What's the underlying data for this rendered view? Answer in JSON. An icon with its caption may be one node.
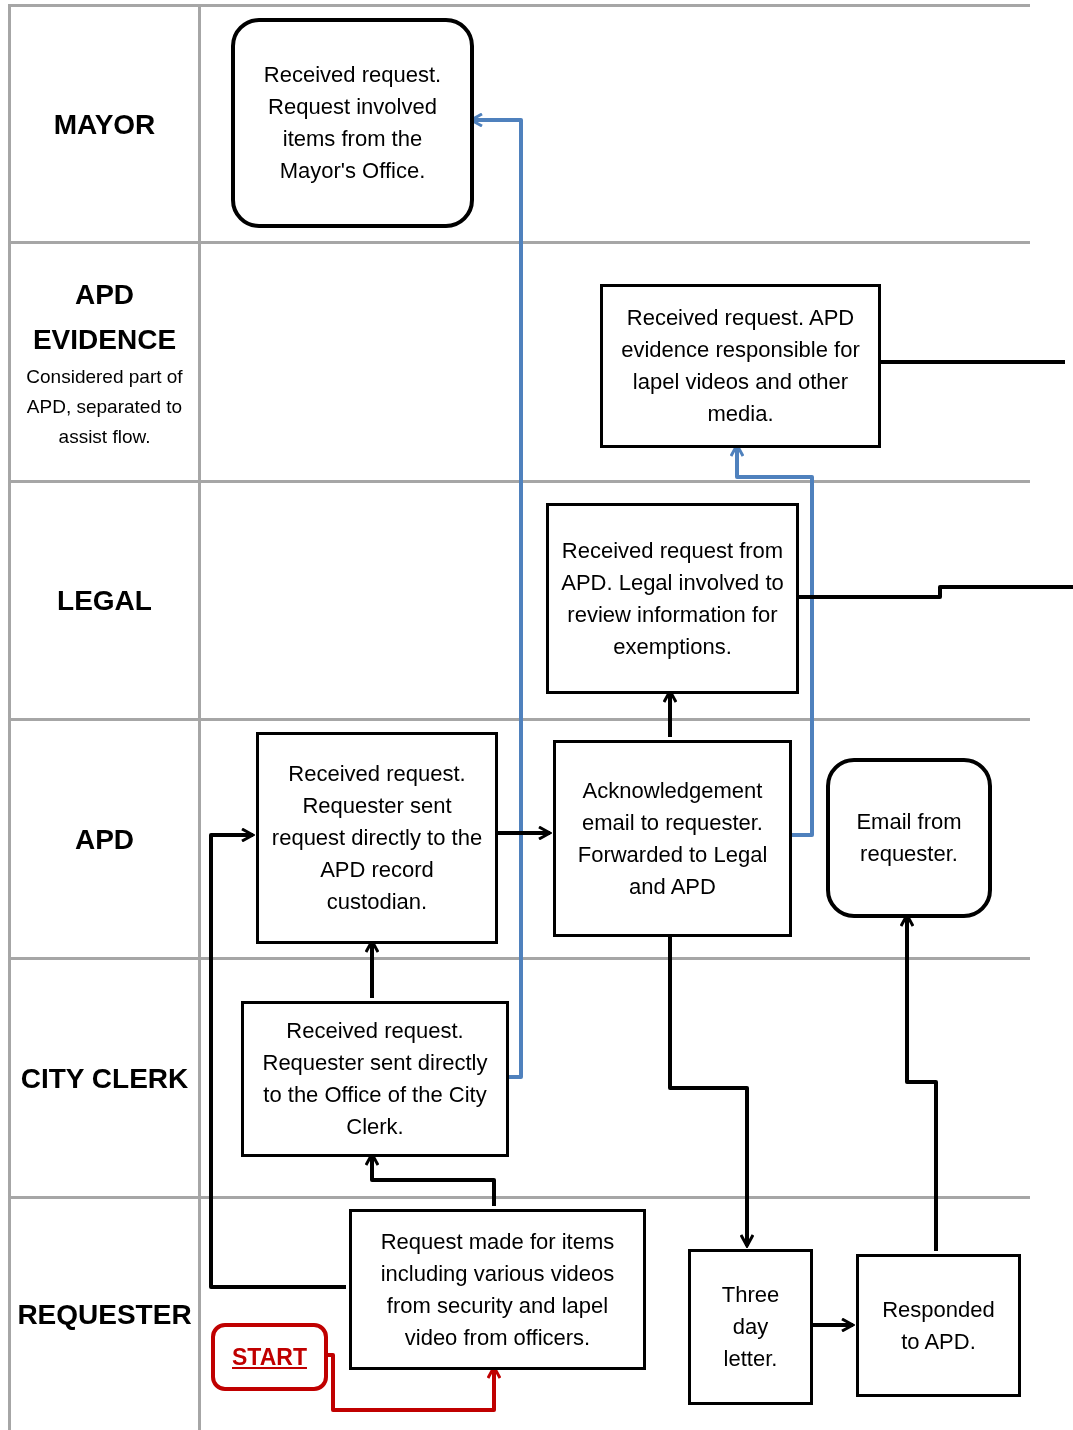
{
  "diagram": {
    "nodes": [
      {
        "text": [
          "MAYOR"
        ]
      },
      {
        "text": [
          "Received request. Request involved items from the Mayor's Office."
        ],
        "in": 0
      },
      {
        "text": [
          "APD EVIDENCE",
          "Considered part of APD, separated to assist flow."
        ]
      },
      {
        "text": [
          "Received request. APD evidence responsible for lapel videos and other media."
        ],
        "in": 2
      },
      {
        "text": [
          "LEGAL"
        ]
      },
      {
        "text": [
          "Received request from APD. Legal involved to review information for exemptions."
        ],
        "in": 4
      },
      {
        "text": [
          "APD"
        ]
      },
      {
        "text": [
          "Received request. Requester sent request directly to the APD record custodian."
        ],
        "in": 6
      },
      {
        "text": [
          "Acknowledgement email to requester. Forwarded to Legal and APD"
        ],
        "in": 6
      },
      {
        "text": [
          "Email from requester."
        ],
        "in": 6
      },
      {
        "text": [
          "CITY CLERK"
        ]
      },
      {
        "text": [
          "Received request. Requester sent directly to the Office of the City Clerk."
        ],
        "in": 10
      },
      {
        "text": [
          "REQUESTER"
        ]
      },
      {
        "text": [
          "Request made for items including various videos from security and lapel video from officers."
        ],
        "in": 12
      },
      {
        "text": [
          "START"
        ],
        "in": 12
      },
      {
        "text": [
          "Three day letter."
        ],
        "in": 12
      },
      {
        "text": [
          "Responded to APD."
        ],
        "in": 12
      }
    ],
    "edges": [
      {
        "from": 14,
        "to": 13,
        "arrow": "to",
        "color": "#c00000"
      },
      {
        "from": 13,
        "to": 7,
        "arrow": "to"
      },
      {
        "from": 13,
        "to": 11,
        "arrow": "to"
      },
      {
        "from": 11,
        "to": 7,
        "arrow": "to"
      },
      {
        "from": 11,
        "to": 1,
        "arrow": "to",
        "color": "#4f81bd"
      },
      {
        "from": 7,
        "to": 8,
        "arrow": "to"
      },
      {
        "from": 8,
        "to": 5,
        "arrow": "to"
      },
      {
        "from": 8,
        "to": 3,
        "arrow": "to",
        "color": "#4f81bd"
      },
      {
        "from": 8,
        "to": 15,
        "arrow": "to"
      },
      {
        "from": 15,
        "to": 16,
        "arrow": "to"
      },
      {
        "from": 16,
        "to": 9,
        "arrow": "to"
      },
      {
        "from": 3,
        "to": null,
        "arrow": "none"
      },
      {
        "from": 5,
        "to": null,
        "arrow": "none"
      }
    ]
  }
}
